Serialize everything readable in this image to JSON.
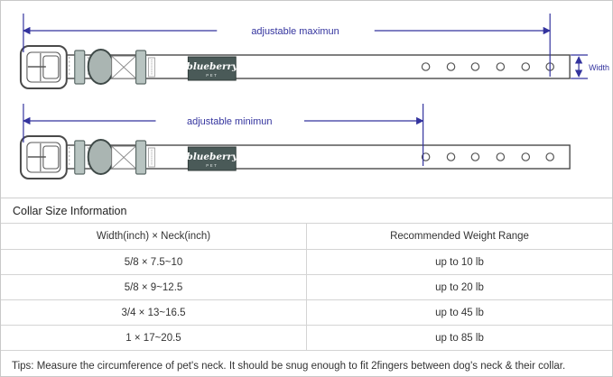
{
  "diagram": {
    "max_arrow_label": "adjustable maximun",
    "min_arrow_label": "adjustable minimun",
    "width_label": "Width",
    "brand_label": "blueberry",
    "brand_sublabel": "PET",
    "colors": {
      "dimension_blue": "#33339e",
      "outline_gray": "#4a4a4a",
      "keeper_fill": "#b8c4c1",
      "label_bg": "#4a5a58"
    }
  },
  "section": {
    "title": "Collar Size Information"
  },
  "table": {
    "headers": [
      "Width(inch) × Neck(inch)",
      "Recommended Weight Range"
    ],
    "rows": [
      {
        "size": "5/8 × 7.5~10",
        "weight": "up to 10 lb"
      },
      {
        "size": "5/8 × 9~12.5",
        "weight": "up to 20 lb"
      },
      {
        "size": "3/4 × 13~16.5",
        "weight": "up to 45 lb"
      },
      {
        "size": "1 × 17~20.5",
        "weight": "up to 85 lb"
      }
    ],
    "tips": "Tips: Measure the circumference of pet's neck. It should be snug enough to fit 2fingers between dog's neck & their collar."
  }
}
